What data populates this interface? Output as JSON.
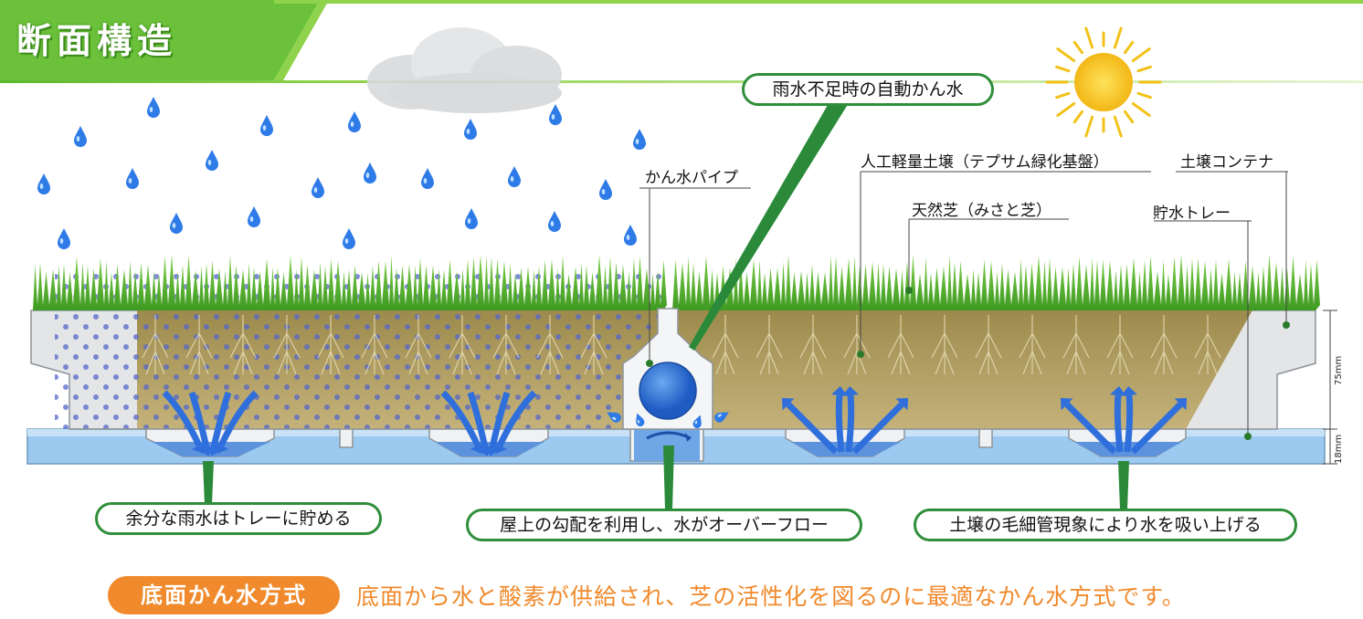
{
  "title": "断面構造",
  "callouts": {
    "auto_irrigation": "雨水不足時の自動かん水",
    "excess_rain": "余分な雨水はトレーに貯める",
    "overflow": "屋上の勾配を利用し、水がオーバーフロー",
    "capillary": "土壌の毛細管現象により水を吸い上げる"
  },
  "labels": {
    "pipe": "かん水パイプ",
    "soil": "人工軽量土壌（テプサム緑化基盤）",
    "grass": "天然芝（みさと芝）",
    "container": "土壌コンテナ",
    "tray": "貯水トレー"
  },
  "dimensions": {
    "container_height": "75mm",
    "tray_height": "18mm"
  },
  "footer": {
    "badge": "底面かん水方式",
    "description": "底面から水と酸素が供給され、芝の活性化を図るのに最適なかん水方式です。"
  },
  "colors": {
    "title_green": "#6cc13a",
    "callout_border": "#2f8f3a",
    "soil": "#b09a5a",
    "water": "#8fc4ef",
    "arrow": "#2f6fdc",
    "footer_orange": "#f08a2c"
  }
}
